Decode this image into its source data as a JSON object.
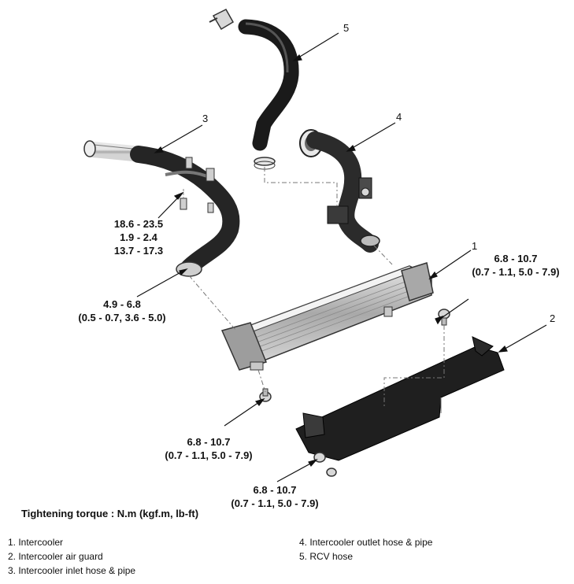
{
  "callouts": [
    "1",
    "2",
    "3",
    "4",
    "5"
  ],
  "torques": {
    "inlet_pipe_bolt": [
      "18.6 - 23.5",
      "1.9 - 2.4",
      "13.7 - 17.3"
    ],
    "inlet_hose_clamp": [
      "4.9 - 6.8",
      "(0.5 - 0.7, 3.6 - 5.0)"
    ],
    "intercooler_top_right": [
      "6.8 - 10.7",
      "(0.7 - 1.1, 5.0 - 7.9)"
    ],
    "intercooler_bottom": [
      "6.8 - 10.7",
      "(0.7 - 1.1, 5.0 - 7.9)"
    ],
    "air_guard": [
      "6.8 - 10.7",
      "(0.7 - 1.1, 5.0 - 7.9)"
    ]
  },
  "tightening_label": "Tightening torque : N.m (kgf.m, lb-ft)",
  "legend": [
    "1. Intercooler",
    "2. Intercooler air guard",
    "3. Intercooler inlet hose & pipe",
    "4. Intercooler outlet hose & pipe",
    "5. RCV hose"
  ]
}
